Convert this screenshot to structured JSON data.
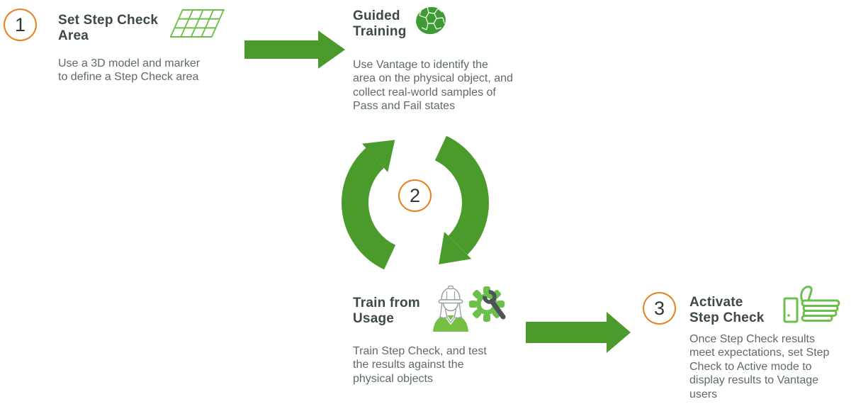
{
  "diagram": {
    "step1": {
      "number": "1",
      "title": "Set Step Check\nArea",
      "description": "Use a 3D model and marker\nto define a Step Check area",
      "icon": "3d-grid-icon"
    },
    "guided_training": {
      "title": "Guided\nTraining",
      "description": "Use Vantage to identify the\narea on the physical object, and\ncollect real-world samples of\nPass and Fail states",
      "icon": "mesh-sphere-icon"
    },
    "cycle": {
      "number": "2",
      "icon": "cycle-arrows-icon"
    },
    "train_from_usage": {
      "title": "Train from\nUsage",
      "description": "Train Step Check, and test\nthe results against the\nphysical objects",
      "icons": [
        "worker-icon",
        "gear-wrench-icon"
      ]
    },
    "step3": {
      "number": "3",
      "title": "Activate\nStep Check",
      "description": "Once Step Check results\nmeet expectations, set Step\nCheck to Active mode to\ndisplay results to Vantage\nusers",
      "icon": "thumbs-up-icon"
    }
  },
  "colors": {
    "arrow_green": "#4a9b2c",
    "icon_light_green": "#6cbf4a",
    "sphere_green": "#3e9a33",
    "shirt_green": "#76c043",
    "circle_orange": "#e8811f",
    "title_text": "#3d4945",
    "body_text": "#5e6b66",
    "wrench_gray": "#4c5456",
    "outline_gray": "#9aa4a4"
  }
}
